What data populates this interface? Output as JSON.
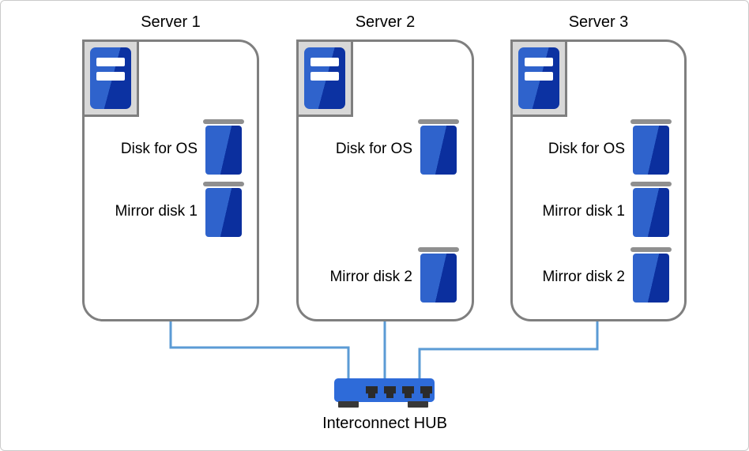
{
  "servers": [
    {
      "title": "Server 1",
      "disks": [
        {
          "label": "Disk for OS"
        },
        {
          "label": "Mirror disk 1"
        }
      ]
    },
    {
      "title": "Server 2",
      "disks": [
        {
          "label": "Disk for OS"
        },
        {
          "label": "Mirror disk 2"
        }
      ]
    },
    {
      "title": "Server 3",
      "disks": [
        {
          "label": "Disk for OS"
        },
        {
          "label": "Mirror disk 1"
        },
        {
          "label": "Mirror disk 2"
        }
      ]
    }
  ],
  "hub": {
    "label": "Interconnect HUB"
  },
  "colors": {
    "disk_blue_light": "#2F63CC",
    "disk_blue_dark": "#0C32A2",
    "connector_blue": "#5B9BD5",
    "hub_blue": "#2E6BD9",
    "box_border_gray": "#7F7F7F",
    "icon_frame_gray": "#D8D8D8",
    "disk_cap_gray": "#8F8F8F",
    "text": "#000000"
  }
}
